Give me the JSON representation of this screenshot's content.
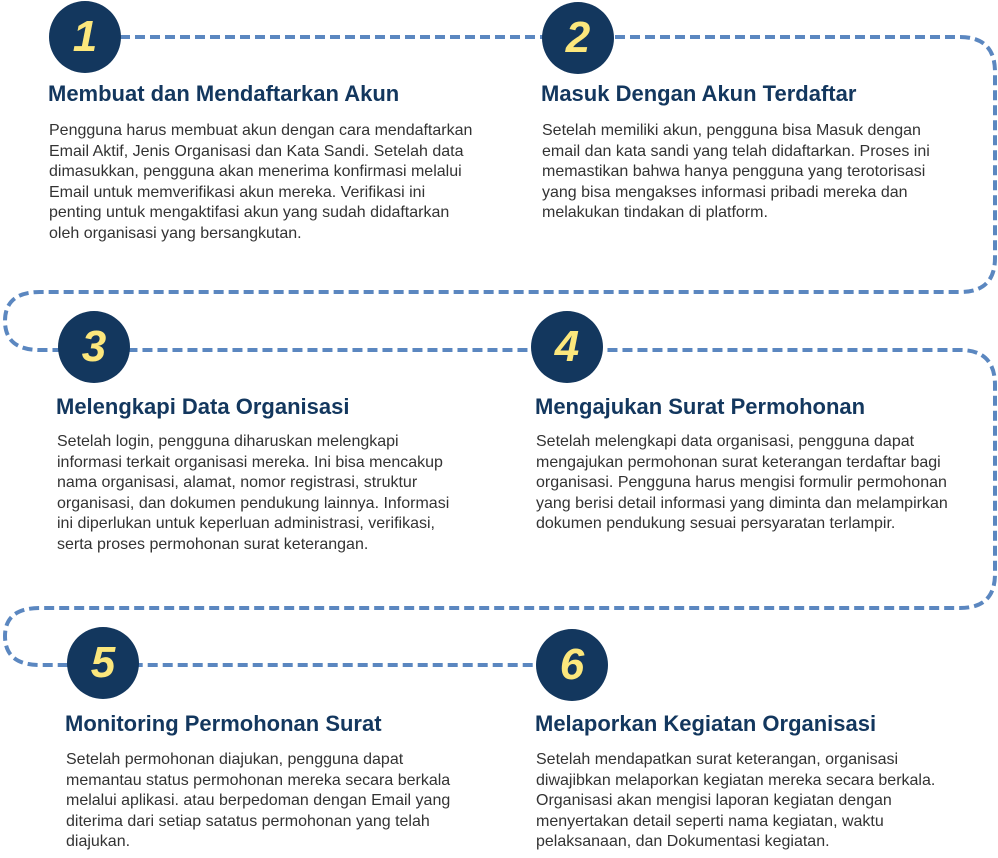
{
  "accent": "#13375e",
  "number_color": "#fce77c",
  "path_color": "#5b87c0",
  "steps": [
    {
      "number": "1",
      "title": "Membuat dan Mendaftarkan Akun",
      "text": "Pengguna harus membuat akun dengan cara mendaftarkan Email Aktif, Jenis Organisasi dan Kata Sandi. Setelah data dimasukkan, pengguna akan menerima konfirmasi melalui Email untuk memverifikasi akun mereka. Verifikasi ini penting untuk mengaktifasi akun yang sudah didaftarkan oleh organisasi yang bersangkutan."
    },
    {
      "number": "2",
      "title": "Masuk Dengan Akun Terdaftar",
      "text": "Setelah memiliki akun, pengguna bisa Masuk dengan email dan kata sandi yang telah didaftarkan. Proses ini memastikan bahwa hanya pengguna yang terotorisasi yang bisa mengakses informasi pribadi mereka dan melakukan tindakan di platform."
    },
    {
      "number": "3",
      "title": "Melengkapi Data Organisasi",
      "text": "Setelah login, pengguna diharuskan melengkapi informasi terkait organisasi mereka. Ini bisa mencakup nama organisasi, alamat, nomor registrasi, struktur organisasi, dan dokumen pendukung lainnya. Informasi ini diperlukan untuk keperluan administrasi, verifikasi, serta proses permohonan surat keterangan."
    },
    {
      "number": "4",
      "title": "Mengajukan Surat Permohonan",
      "text": "Setelah melengkapi data organisasi, pengguna dapat mengajukan permohonan surat keterangan terdaftar bagi organisasi. Pengguna harus mengisi formulir permohonan yang berisi detail informasi yang diminta dan melampirkan dokumen pendukung sesuai persyaratan terlampir."
    },
    {
      "number": "5",
      "title": "Monitoring Permohonan Surat",
      "text": "Setelah permohonan diajukan, pengguna dapat memantau status permohonan mereka secara berkala melalui aplikasi. atau berpedoman dengan Email yang diterima dari setiap satatus permohonan yang telah diajukan."
    },
    {
      "number": "6",
      "title": "Melaporkan Kegiatan Organisasi",
      "text": "Setelah mendapatkan surat keterangan, organisasi diwajibkan melaporkan kegiatan mereka secara berkala. Organisasi akan mengisi laporan kegiatan dengan menyertakan detail seperti nama kegiatan, waktu pelaksanaan, dan Dokumentasi kegiatan."
    }
  ]
}
